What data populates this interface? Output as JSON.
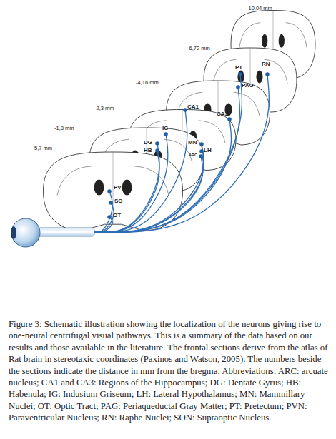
{
  "diagram": {
    "caption": "Figure 3: Schematic illustration showing the localization of the neurons giving rise to one-neural centrifugal visual pathways. This is a summary of the data based on our results and those available in the literature. The frontal sections derive from the atlas of Rat brain in stereotaxic coordinates (Paxinos and Watson, 2005). The numbers beside the sections indicate the distance in mm from the bregma. Abbreviations: ARC: arcuate nucleus; CA1 and CA3: Regions of the Hippocampus; DG: Dentate Gyrus; HB: Habenula; IG: Indusium Griseum; LH: Lateral Hypothalamus; MN: Mammillary Nuclei; OT: Optic Tract; PAG: Periaqueductal Gray Matter; PT: Pretectum; PVN: Paraventricular Nucleus; RN: Raphe Nuclei; SON: Supraoptic Nucleus.",
    "labels": [
      "-10,04 mm",
      "RN",
      "-6,72 mm",
      "PT",
      "PAG",
      "-4,16 mm",
      "CA1",
      "CA3",
      "IG",
      "-2,3 mm",
      "DG",
      "HB",
      "MN",
      "LH",
      "ARC",
      "-1,8 mm",
      "5,7 mm",
      "PVN",
      "SO",
      "OT"
    ]
  }
}
